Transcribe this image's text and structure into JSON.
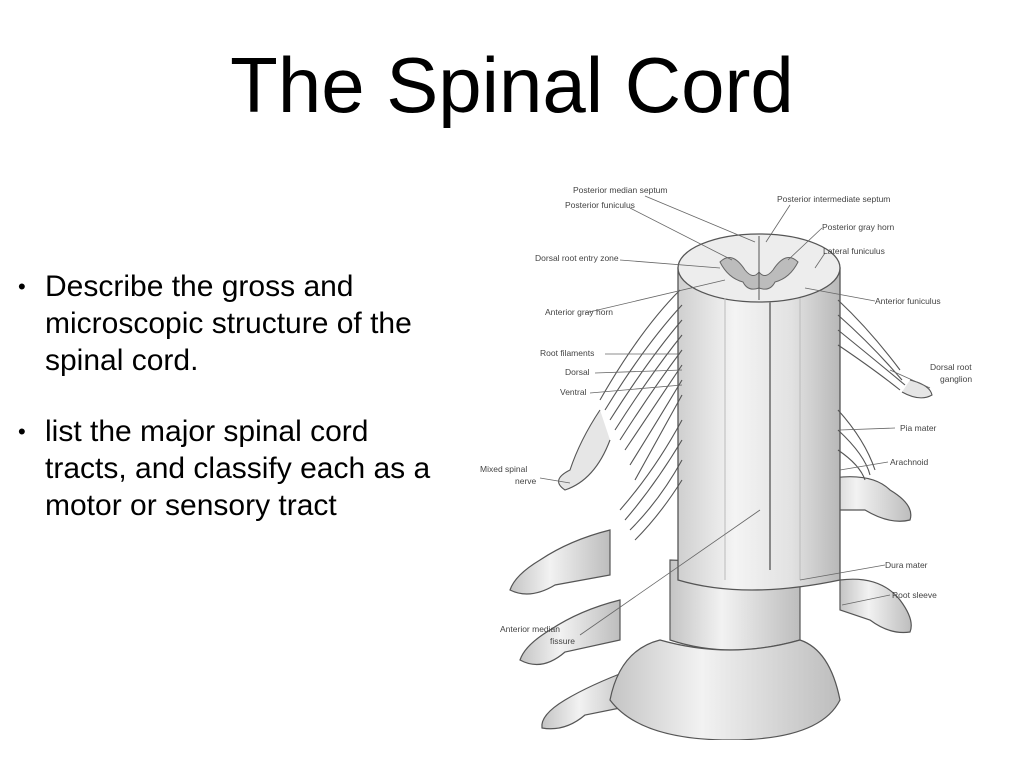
{
  "title": "The Spinal Cord",
  "bullets": [
    "Describe the gross and microscopic structure of the spinal cord.",
    "list the major spinal cord tracts, and classify each as a motor or sensory tract"
  ],
  "figure": {
    "labels": {
      "posterior_median_septum": "Posterior median septum",
      "posterior_intermediate_septum": "Posterior intermediate septum",
      "posterior_funiculus": "Posterior funiculus",
      "posterior_gray_horn": "Posterior gray horn",
      "dorsal_root_entry_zone": "Dorsal root entry zone",
      "lateral_funiculus": "Lateral funiculus",
      "anterior_gray_horn": "Anterior gray horn",
      "anterior_funiculus": "Anterior funiculus",
      "root_filaments": "Root filaments",
      "dorsal": "Dorsal",
      "ventral": "Ventral",
      "dorsal_root_ganglion_1": "Dorsal root",
      "dorsal_root_ganglion_2": "ganglion",
      "pia_mater": "Pia mater",
      "mixed_spinal_nerve_1": "Mixed spinal",
      "mixed_spinal_nerve_2": "nerve",
      "arachnoid": "Arachnoid",
      "dura_mater": "Dura mater",
      "root_sleeve": "Root sleeve",
      "anterior_median_fissure_1": "Anterior median",
      "anterior_median_fissure_2": "fissure"
    }
  }
}
